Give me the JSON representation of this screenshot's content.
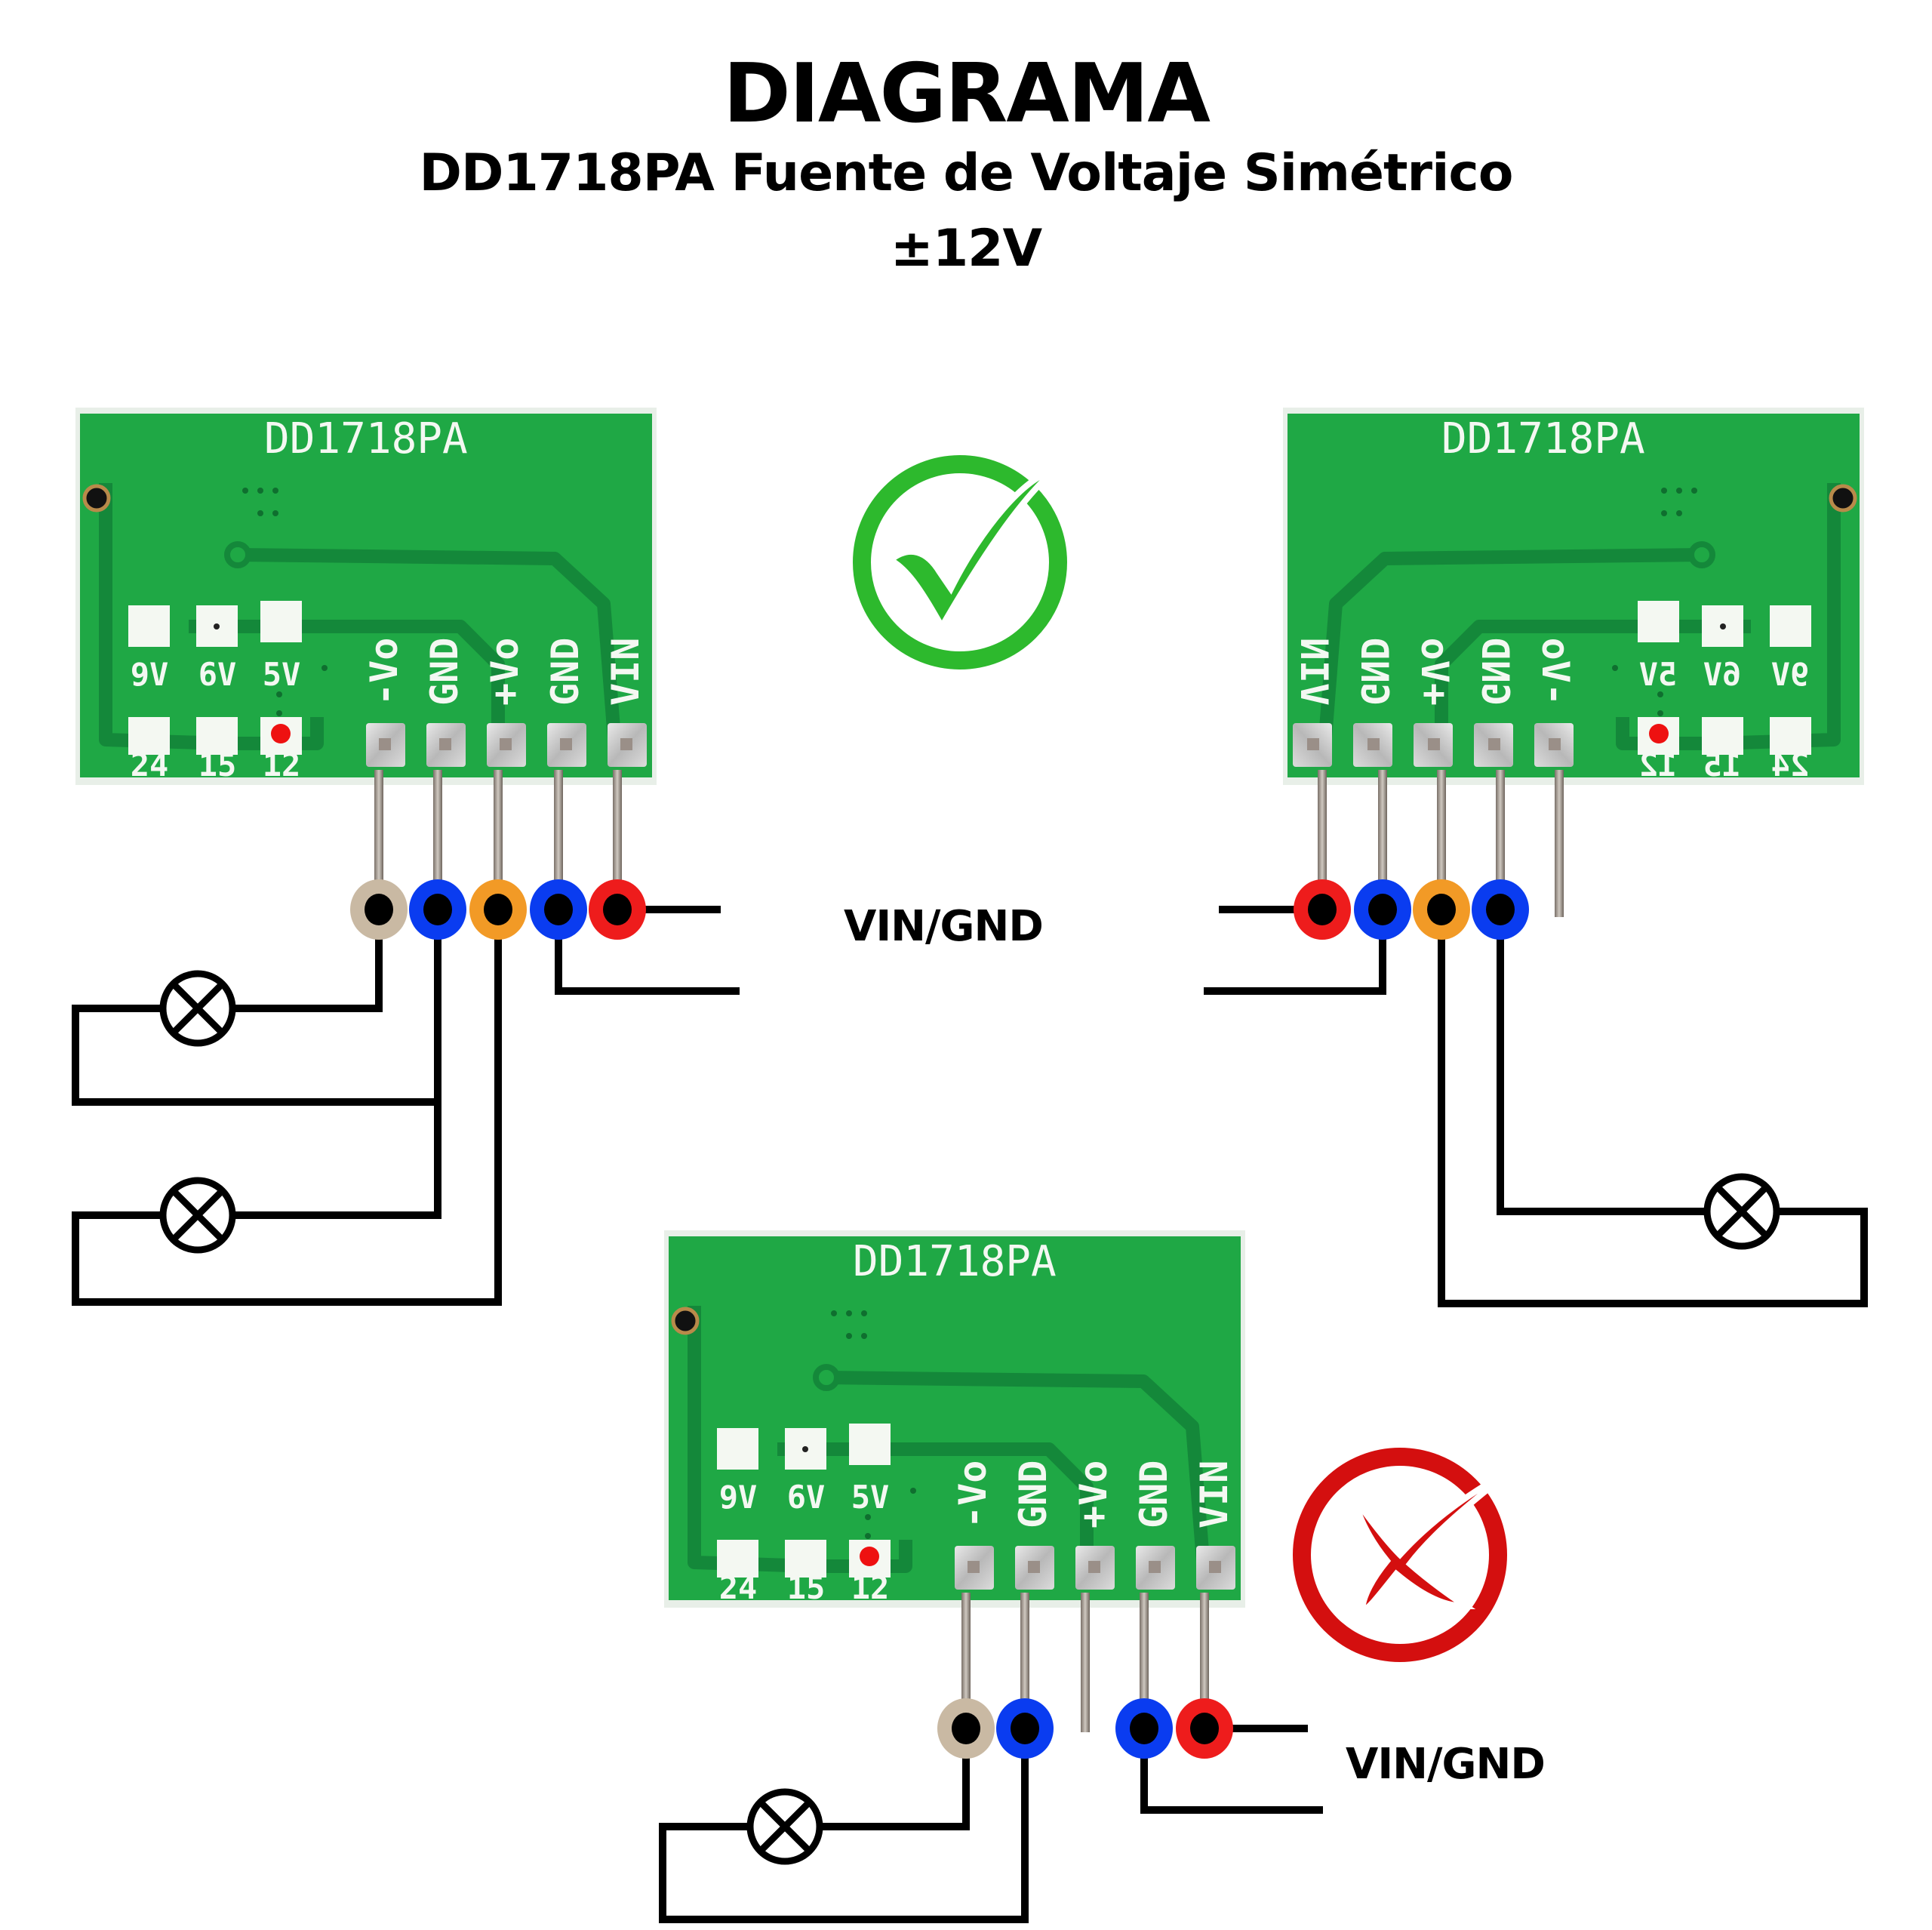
{
  "header": {
    "title": "DIAGRAMA",
    "subtitle": "DD1718PA Fuente de Voltaje Simétrico",
    "voltage": "±12V"
  },
  "colors": {
    "pcb_green": "#1fa845",
    "silkscreen": "#f4f8f2",
    "wire": "#000000",
    "pin_neg": "#c9b9a3",
    "pin_gnd": "#0a3cf0",
    "pin_pos": "#f29a26",
    "pin_vin": "#ee1c1c",
    "ok_green": "#2db92d",
    "bad_red": "#d40f0f",
    "selected_jumper": "#ee1111"
  },
  "board": {
    "model_label": "DD1718PA",
    "pin_labels": [
      "-Vo",
      "GND",
      "+Vo",
      "GND",
      "VIN"
    ],
    "jumper_top": [
      "9V",
      "6V",
      "5V"
    ],
    "jumper_bottom": [
      "24",
      "15",
      "12"
    ],
    "selected_jumper": "12"
  },
  "diagrams": [
    {
      "id": "left",
      "status": "correct",
      "status_icon": "check-circle-icon",
      "mirrored": false,
      "connected_pins": [
        "-Vo",
        "GND",
        "+Vo",
        "GND",
        "VIN"
      ],
      "loads": 2,
      "supply_label": "VIN/GND"
    },
    {
      "id": "right",
      "status": "correct",
      "mirrored": true,
      "connected_pins": [
        "VIN",
        "GND",
        "+Vo",
        "GND"
      ],
      "unconnected_pins": [
        "-Vo"
      ],
      "loads": 1
    },
    {
      "id": "bottom",
      "status": "incorrect",
      "status_icon": "x-circle-icon",
      "mirrored": false,
      "connected_pins": [
        "-Vo",
        "GND",
        "GND",
        "VIN"
      ],
      "unconnected_pins": [
        "+Vo"
      ],
      "loads": 1,
      "supply_label": "VIN/GND"
    }
  ]
}
